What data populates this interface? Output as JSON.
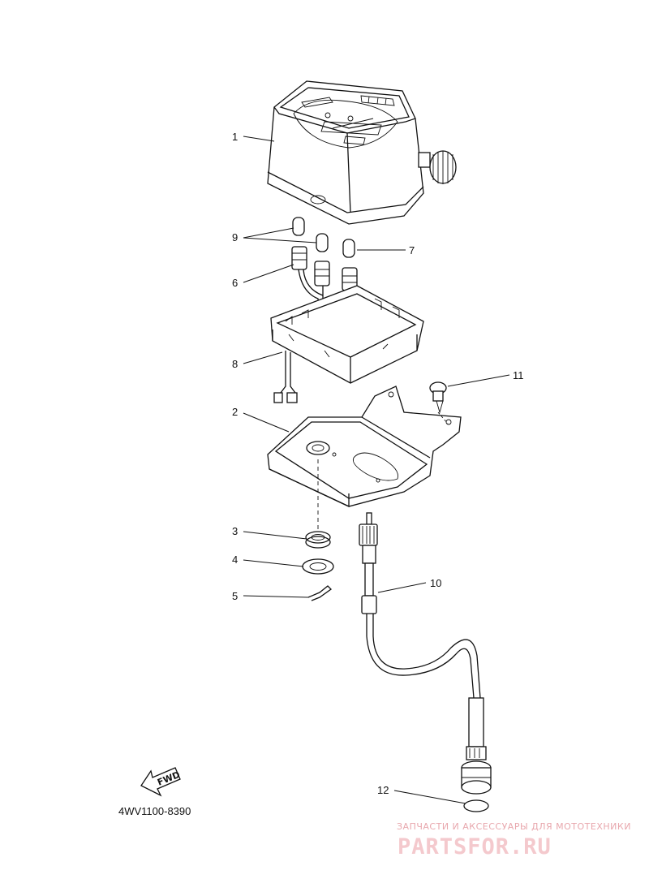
{
  "diagram": {
    "callouts": [
      {
        "id": "1",
        "text": "1"
      },
      {
        "id": "2",
        "text": "2"
      },
      {
        "id": "3",
        "text": "3"
      },
      {
        "id": "4",
        "text": "4"
      },
      {
        "id": "5",
        "text": "5"
      },
      {
        "id": "6",
        "text": "6"
      },
      {
        "id": "7",
        "text": "7"
      },
      {
        "id": "8",
        "text": "8"
      },
      {
        "id": "9",
        "text": "9"
      },
      {
        "id": "10",
        "text": "10"
      },
      {
        "id": "11",
        "text": "11"
      },
      {
        "id": "12",
        "text": "12"
      }
    ],
    "fwd_label": "FWD",
    "diagram_code": "4WV1100-8390"
  },
  "watermark": {
    "tagline": "ЗАПЧАСТИ И АКСЕССУАРЫ ДЛЯ МОТОТЕХНИКИ",
    "brand": "PARTSFOR.RU",
    "color": "#e8a7ad"
  }
}
